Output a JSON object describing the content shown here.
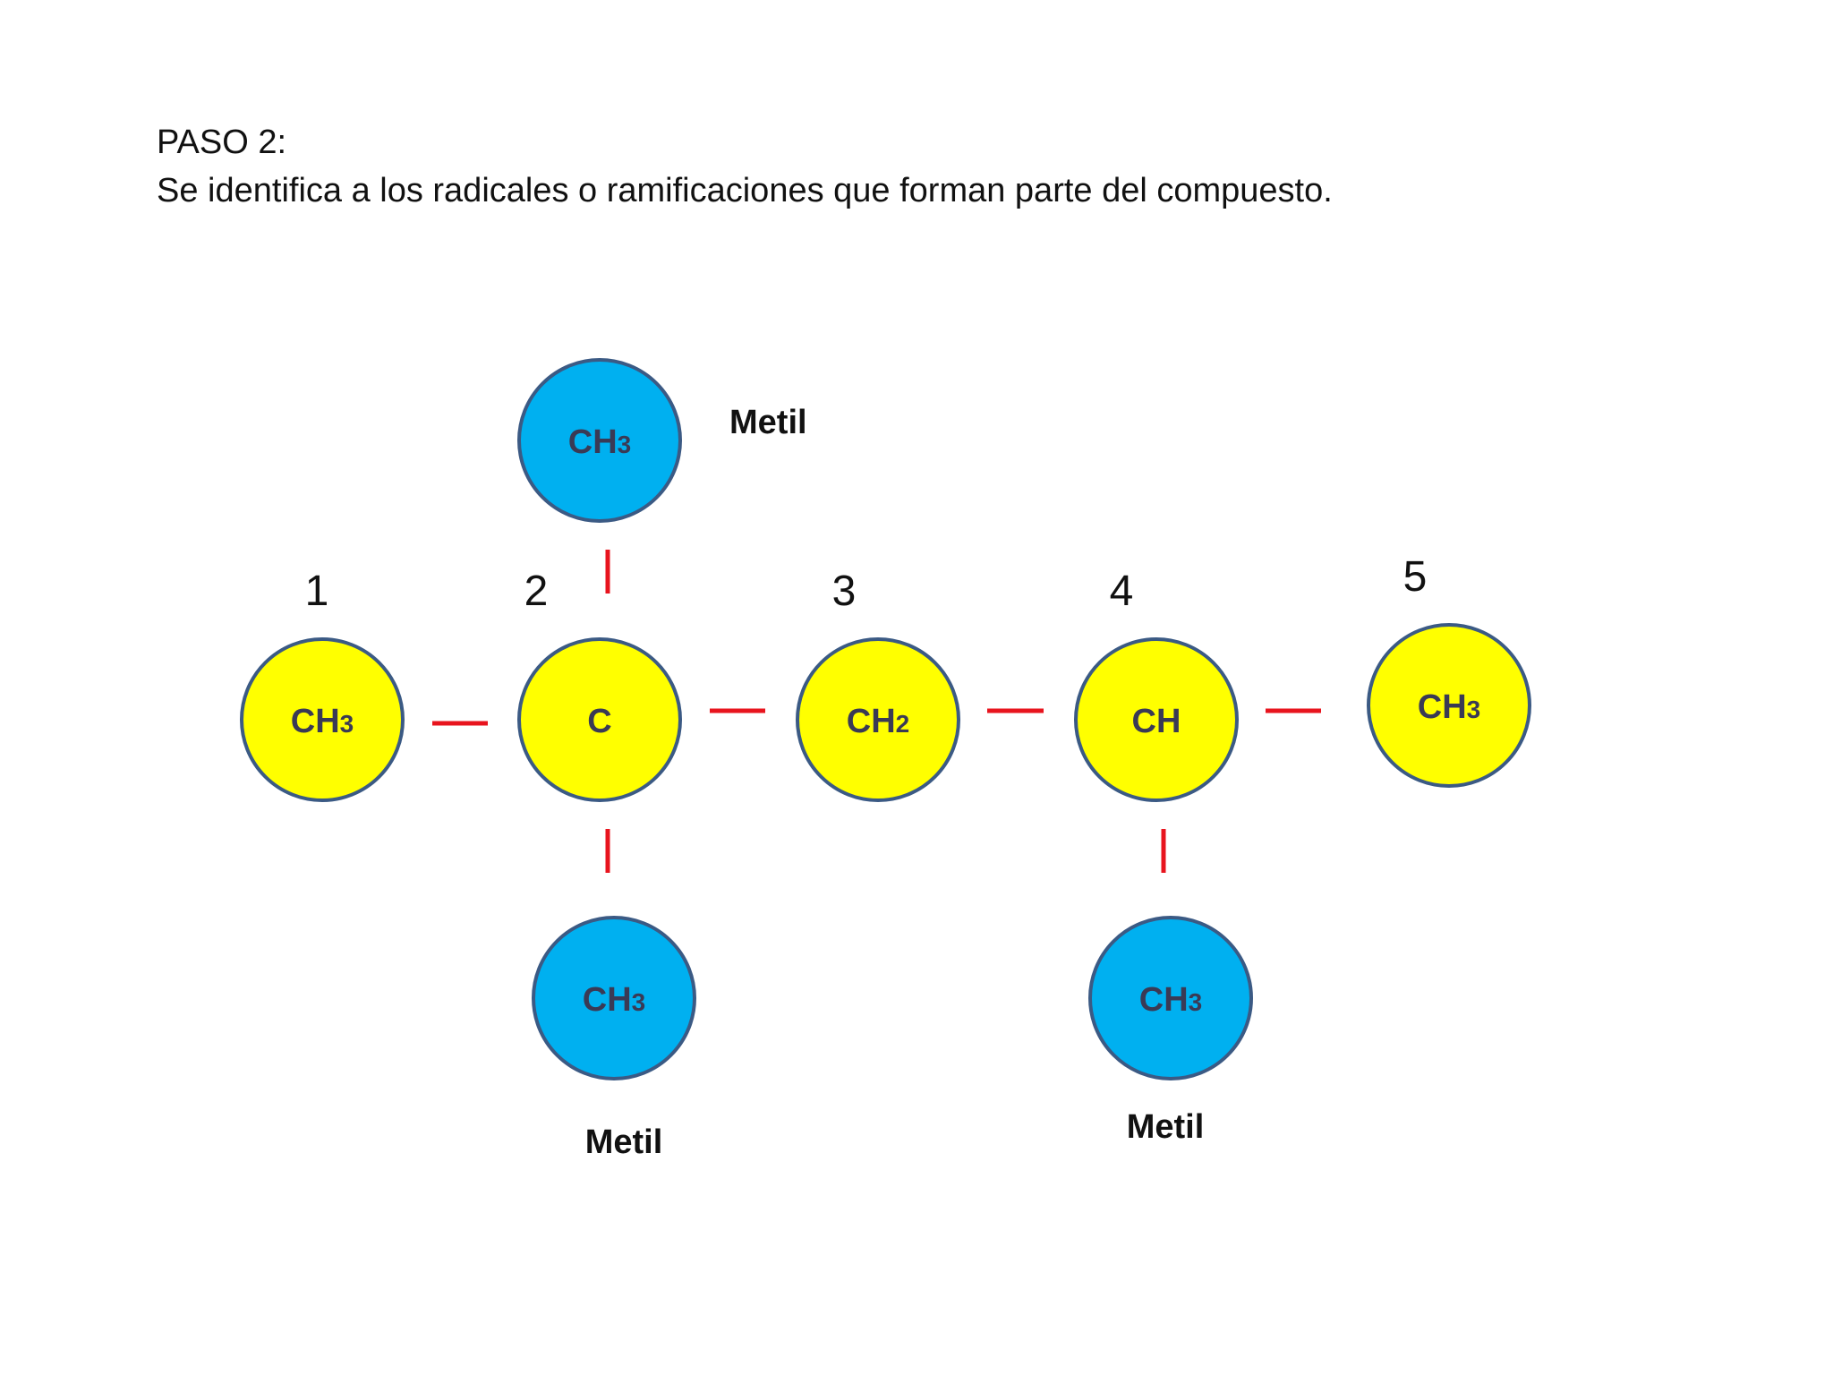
{
  "header": {
    "title": "PASO 2:",
    "description": "Se identifica a los radicales o ramificaciones que forman parte del compuesto."
  },
  "colors": {
    "main_chain_fill": "#ffff00",
    "branch_fill": "#00b0f0",
    "atom_stroke": "#3b5a84",
    "bond_color": "#e8141e",
    "text_color": "#3a3a55"
  },
  "main_chain": [
    {
      "number": "1",
      "group": "CH",
      "subscript": "3"
    },
    {
      "number": "2",
      "group": "C",
      "subscript": ""
    },
    {
      "number": "3",
      "group": "CH",
      "subscript": "2"
    },
    {
      "number": "4",
      "group": "CH",
      "subscript": ""
    },
    {
      "number": "5",
      "group": "CH",
      "subscript": "3"
    }
  ],
  "branches": [
    {
      "attached_to": "2",
      "side": "top",
      "group": "CH",
      "subscript": "3",
      "label": "Metil"
    },
    {
      "attached_to": "2",
      "side": "bottom",
      "group": "CH",
      "subscript": "3",
      "label": "Metil"
    },
    {
      "attached_to": "4",
      "side": "bottom",
      "group": "CH",
      "subscript": "3",
      "label": "Metil"
    }
  ]
}
